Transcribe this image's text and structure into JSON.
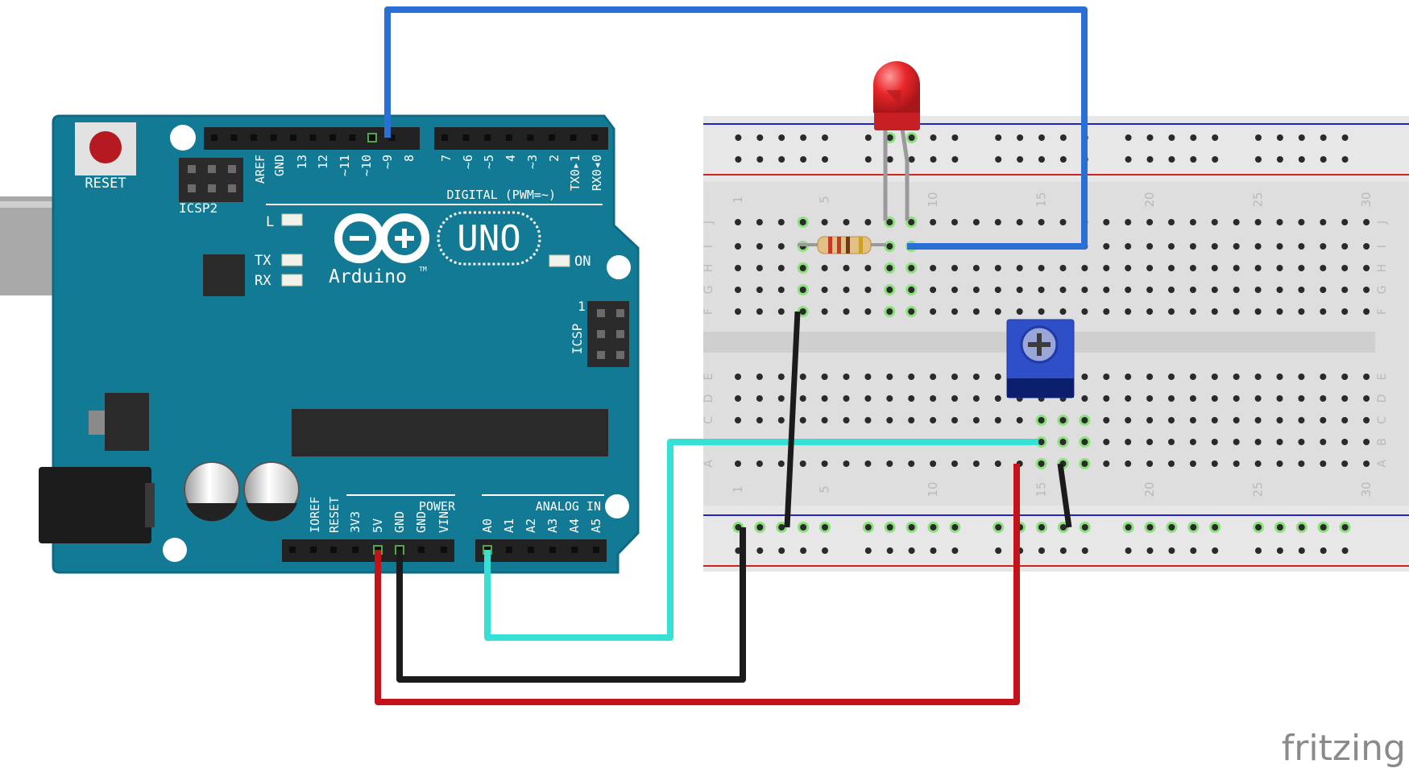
{
  "watermark": "fritzing",
  "arduino": {
    "reset_label": "RESET",
    "icsp2_label": "ICSP2",
    "icsp_label": "ICSP",
    "icsp_pin1_label": "1",
    "led_l_label": "L",
    "tx_label": "TX",
    "rx_label": "RX",
    "on_label": "ON",
    "logo_model": "UNO",
    "logo_text": "Arduino",
    "logo_tm": "TM",
    "digital_title": "DIGITAL (PWM=~)",
    "digital_pins": [
      "AREF",
      "GND",
      "13",
      "12",
      "~11",
      "~10",
      "~9",
      "8",
      "7",
      "~6",
      "~5",
      "4",
      "~3",
      "2",
      "TX0▸1",
      "RX0◂0"
    ],
    "power_title": "POWER",
    "power_pins": [
      "IOREF",
      "RESET",
      "3V3",
      "5V",
      "GND",
      "GND",
      "VIN"
    ],
    "analog_title": "ANALOG IN",
    "analog_pins": [
      "A0",
      "A1",
      "A2",
      "A3",
      "A4",
      "A5"
    ]
  },
  "breadboard": {
    "column_numbers": [
      "1",
      "5",
      "10",
      "15",
      "20",
      "25",
      "30"
    ],
    "top_rows": [
      "J",
      "I",
      "H",
      "G",
      "F"
    ],
    "bottom_rows": [
      "E",
      "D",
      "C",
      "B",
      "A"
    ]
  },
  "colors": {
    "board": "#137a96",
    "wire_blue": "#2a6fd6",
    "wire_cyan": "#36e0d4",
    "wire_red": "#c4121a",
    "wire_black": "#1b1b1b",
    "led": "#e8262a",
    "pot": "#2f4fc9"
  }
}
